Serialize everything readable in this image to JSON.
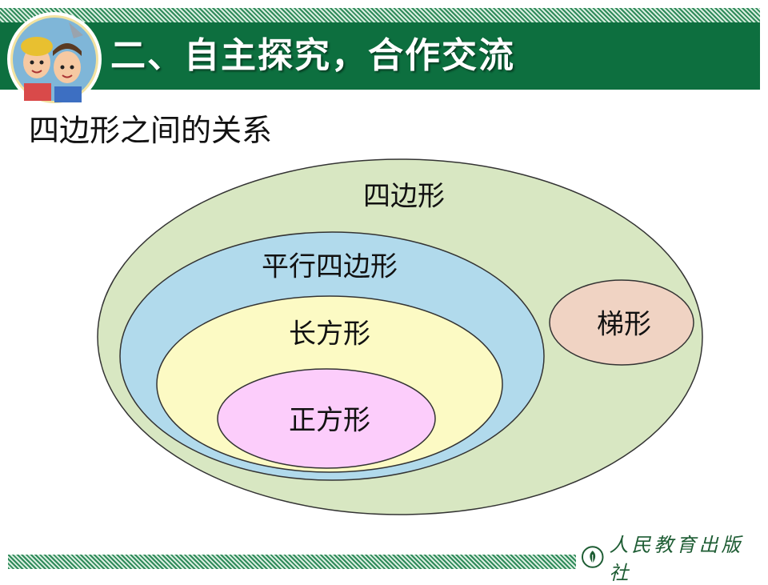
{
  "header": {
    "title": "二、自主探究，合作交流"
  },
  "section": {
    "title": "四边形之间的关系"
  },
  "diagram": {
    "sets": {
      "quadrilateral": "四边形",
      "parallelogram": "平行四边形",
      "rectangle": "长方形",
      "square": "正方形",
      "trapezoid": "梯形"
    },
    "colors": {
      "quadrilateral": "#d8e7c2",
      "parallelogram": "#b1daec",
      "rectangle": "#fcfac4",
      "square": "#fccdfb",
      "trapezoid": "#f0d3c3"
    }
  },
  "footer": {
    "publisher": "人民教育出版社"
  },
  "colors": {
    "header_green": "#0d6f3f"
  }
}
